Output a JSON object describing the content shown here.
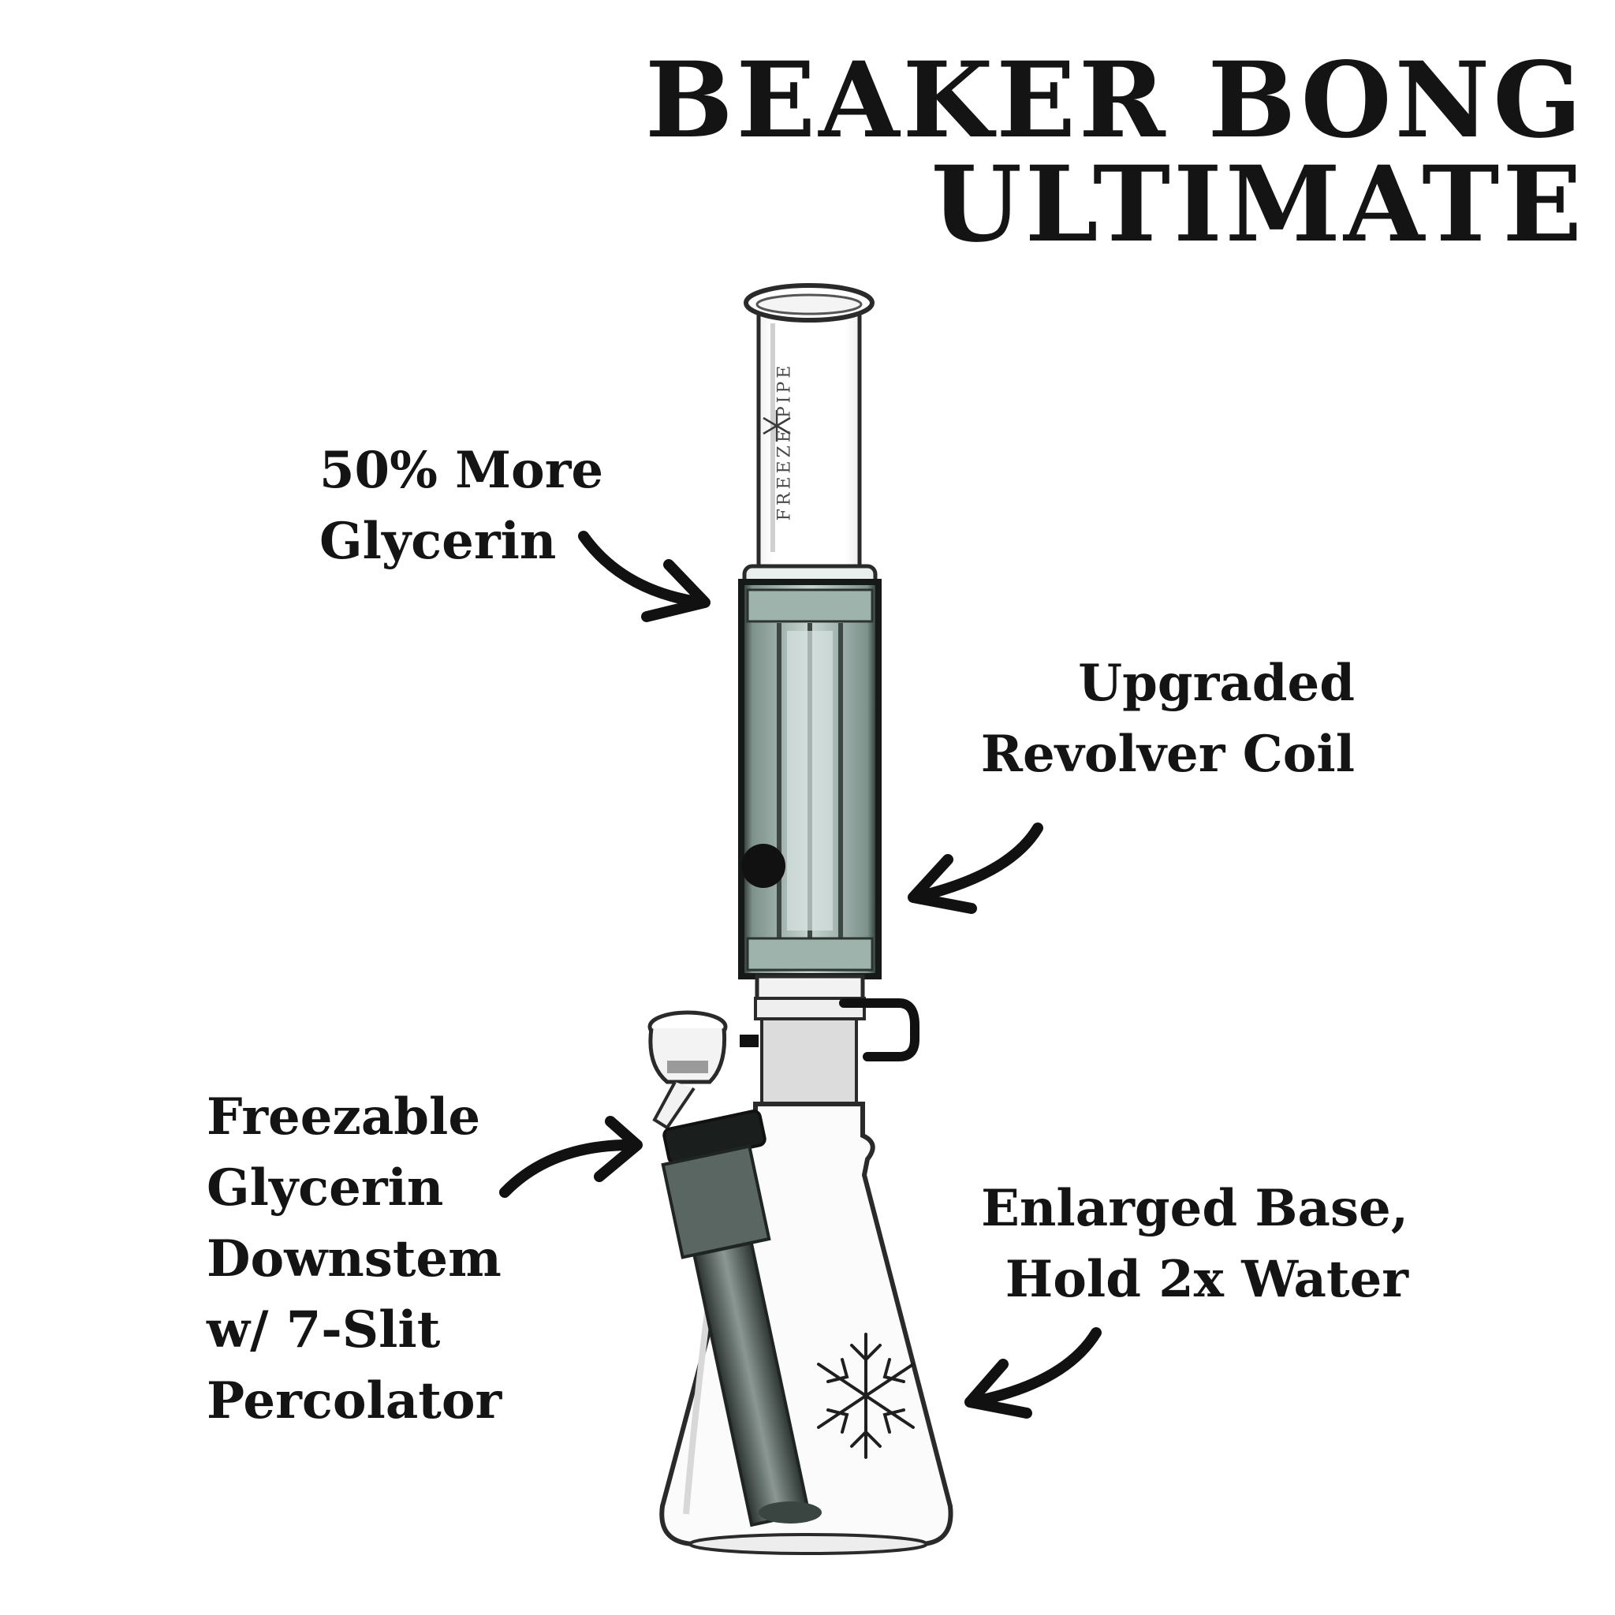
{
  "title": {
    "line1": "BEAKER BONG",
    "line2": "ULTIMATE"
  },
  "brand_text": "FREEZE PIPE",
  "callouts": {
    "glycerin": {
      "line1": "50% More",
      "line2": "Glycerin"
    },
    "coil": {
      "line1": "Upgraded",
      "line2": "Revolver Coil"
    },
    "downstem": {
      "line1": "Freezable",
      "line2": "Glycerin",
      "line3": "Downstem",
      "line4": "w/ 7-Slit",
      "line5": "Percolator"
    },
    "base": {
      "line1": "Enlarged Base,",
      "line2": "Hold 2x Water"
    }
  },
  "colors": {
    "text": "#141414",
    "glass_outline": "#2a2a2a",
    "coil_tint": "#9fb3ad",
    "downstem_tint": "#4b5652",
    "frosted_joint": "#d9d9d9",
    "arrow": "#111111"
  }
}
